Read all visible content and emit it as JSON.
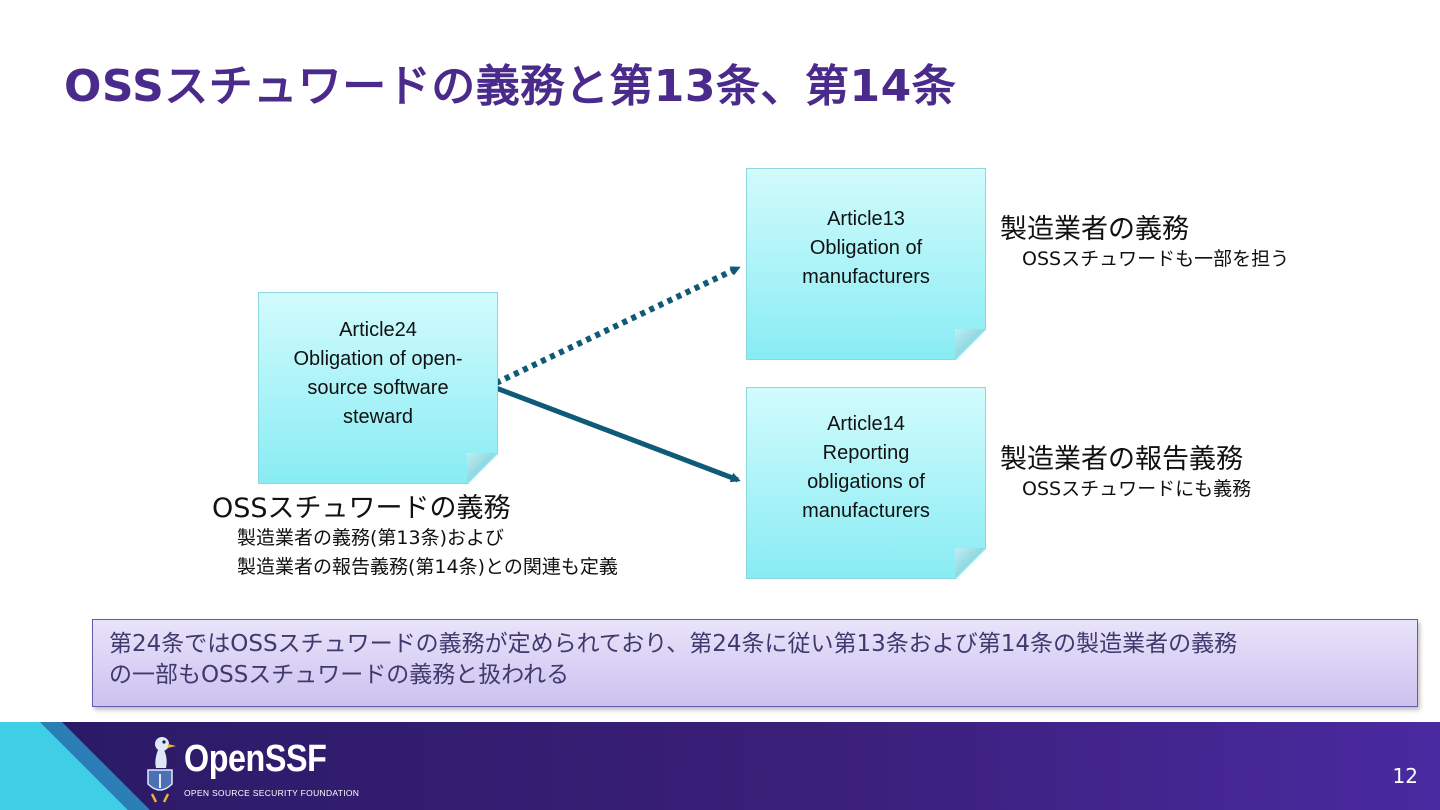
{
  "slide": {
    "title": "OSSスチュワードの義務と第13条、第14条",
    "page_number": "12"
  },
  "notes": {
    "article24": {
      "lines": [
        "Article24",
        "Obligation of open-",
        "source software",
        "steward"
      ]
    },
    "article13": {
      "lines": [
        "Article13",
        "Obligation of",
        "manufacturers"
      ]
    },
    "article14": {
      "lines": [
        "Article14",
        "Reporting",
        "obligations of",
        "manufacturers"
      ]
    }
  },
  "labels": {
    "art13": {
      "heading": "製造業者の義務",
      "sub": "OSSスチュワードも一部を担う"
    },
    "art14": {
      "heading": "製造業者の報告義務",
      "sub": "OSSスチュワードにも義務"
    },
    "art24": {
      "heading": "OSSスチュワードの義務",
      "sub1": "製造業者の義務(第13条)および",
      "sub2": "製造業者の報告義務(第14条)との関連も定義"
    }
  },
  "summary": {
    "line1": "第24条ではOSSスチュワードの義務が定められており、第24条に従い第13条および第14条の製造業者の義務",
    "line2": "の一部もOSSスチュワードの義務と扱われる"
  },
  "arrows": {
    "to_art13": {
      "style": "dotted"
    },
    "to_art14": {
      "style": "solid"
    }
  },
  "footer": {
    "logo_word": "OpenSSF",
    "logo_tagline": "OPEN SOURCE SECURITY FOUNDATION"
  },
  "colors": {
    "title": "#4a2a8a",
    "arrow": "#0f5a78",
    "note_fill": "#a9f3f8",
    "footer_bg": "#2a1a66",
    "footer_accent": "#3ecfe6",
    "summary_bg": "#d9d0f4"
  }
}
